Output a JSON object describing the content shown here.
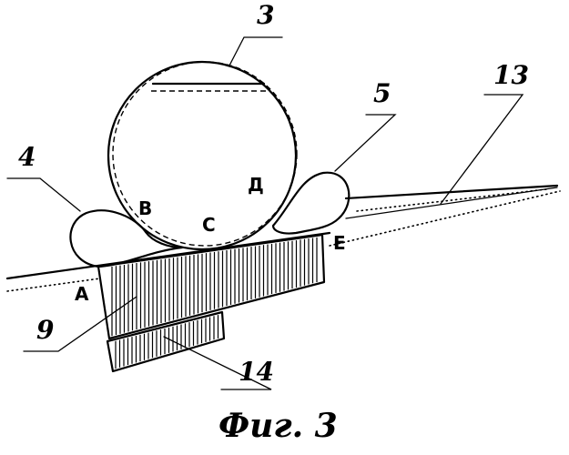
{
  "labels": {
    "pipe": "3",
    "bag_left": "4",
    "bag_right": "5",
    "base": "9",
    "film": "13",
    "plate": "14"
  },
  "points": {
    "A": "A",
    "B": "B",
    "C": "C",
    "D": "Д",
    "E": "E"
  },
  "caption": "Фиг. 3"
}
